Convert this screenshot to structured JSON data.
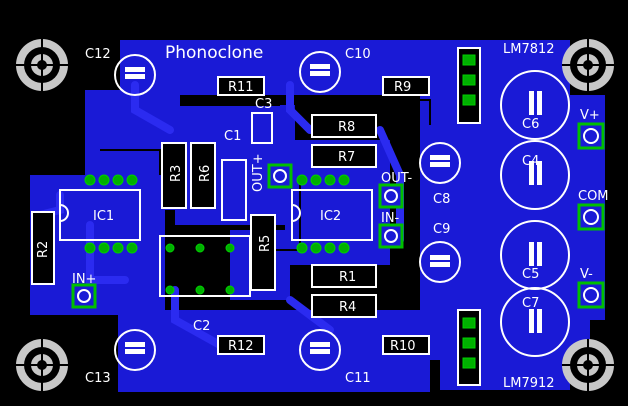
{
  "board": {
    "title": "Phonoclone",
    "colors": {
      "background": "#000000",
      "copper": "#1a1ad6",
      "trace": "#2b2bf0",
      "pad": "#00c000",
      "silk": "#ffffff",
      "marker": "#c8c8c8"
    }
  },
  "labels": {
    "c12": "C12",
    "c10": "C10",
    "c13": "C13",
    "c11": "C11",
    "lm7812": "LM7812",
    "lm7912": "LM7912",
    "r11": "R11",
    "r9": "R9",
    "r12": "R12",
    "r10": "R10",
    "c3": "C3",
    "c1": "C1",
    "r8": "R8",
    "r7": "R7",
    "r3": "R3",
    "r6": "R6",
    "out_plus": "OUT+",
    "ic1": "IC1",
    "ic2": "IC2",
    "r2": "R2",
    "in_plus": "IN+",
    "out_minus": "OUT-",
    "in_minus": "IN-",
    "c8": "C8",
    "c9": "C9",
    "r5": "R5",
    "r1": "R1",
    "r4": "R4",
    "c2": "C2",
    "c6": "C6",
    "c4": "C4",
    "c5": "C5",
    "c7": "C7",
    "v_plus": "V+",
    "com": "COM",
    "v_minus": "V-"
  }
}
